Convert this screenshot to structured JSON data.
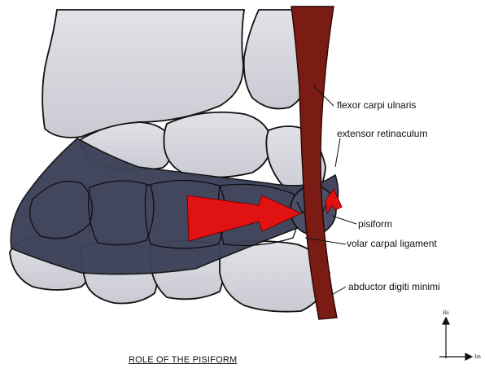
{
  "labels": {
    "flexor": "flexor carpi ulnaris",
    "extensor": "extensor retinaculum",
    "pisiform": "pisiform",
    "volar": "volar carpal ligament",
    "abductor": "abductor digiti minimi"
  },
  "axes": {
    "vertical": "Hs",
    "horizontal": "Im"
  },
  "caption": "ROLE OF THE PISIFORM",
  "colors": {
    "bone": "#d5d6dd",
    "ligament": "#3d4258",
    "tendon": "#7a1c14",
    "arrow": "#e01212"
  }
}
